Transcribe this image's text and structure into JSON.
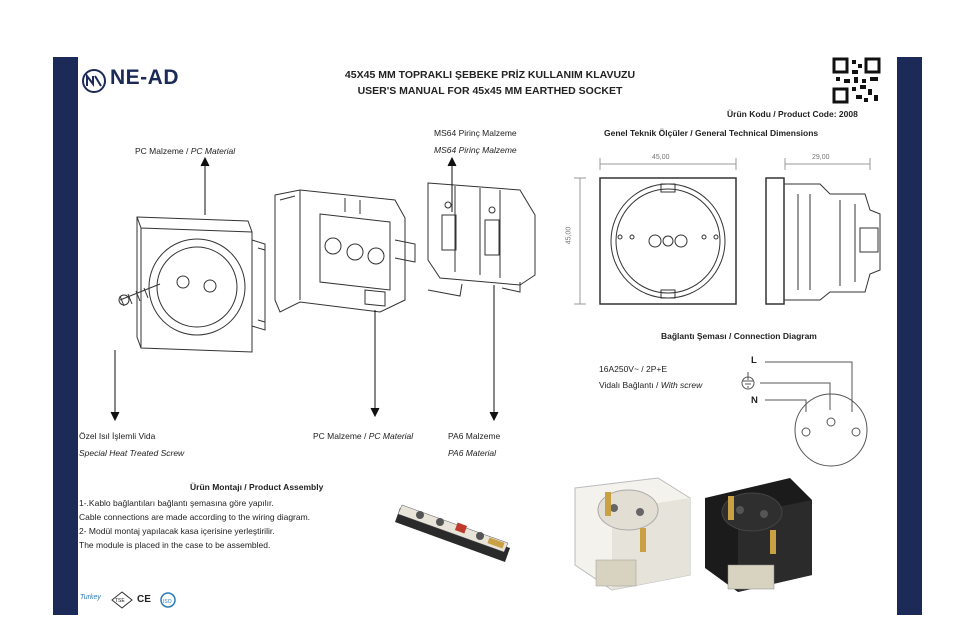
{
  "brand": {
    "name": "NE-AD"
  },
  "header": {
    "title_tr": "45X45 MM TOPRAKLI ŞEBEKE PRİZ  KULLANIM KLAVUZU",
    "title_en": "USER'S MANUAL FOR 45x45 MM EARTHED SOCKET",
    "product_code": "Ürün Kodu / Product Code: 2008",
    "dimensions_heading": "Genel Teknik Ölçüler / General Technical Dimensions"
  },
  "parts": {
    "pc_material_top_tr": "PC Malzeme / ",
    "pc_material_top_en": "PC Material",
    "ms64_tr": "MS64 Pirinç Malzeme",
    "ms64_en": "MS64 Pirinç Malzeme",
    "screw_tr": "Özel Isıl İşlemli Vida",
    "screw_en": "Special Heat Treated Screw",
    "pc_material_bottom_tr": "PC Malzeme / ",
    "pc_material_bottom_en": "PC Material",
    "pa6_tr": "PA6 Malzeme",
    "pa6_en": "PA6 Material"
  },
  "dimensions": {
    "width": "45,00",
    "depth": "29,00",
    "height": "45,00"
  },
  "connection": {
    "heading": "Bağlantı Şeması  / Connection Diagram",
    "rating": "16A250V~  / 2P+E",
    "screw_tr": "Vidalı Bağlantı / ",
    "screw_en": "With screw",
    "label_l": "L",
    "label_n": "N"
  },
  "assembly": {
    "heading": "Ürün Montajı / Product Assembly",
    "step1_tr": "1-.Kablo bağlantıları bağlantı şemasına göre yapılır.",
    "step1_en": "Cable connections are made according to the wiring diagram.",
    "step2_tr": "2- Modül montaj yapılacak kasa içerisine yerleştirilir.",
    "step2_en": "The module is placed in the case to be assembled."
  },
  "certifications": {
    "turkey": "Turkey",
    "tse": "TSE",
    "ce": "CE",
    "iso": "ISO"
  },
  "colors": {
    "navy": "#1c2a57",
    "line": "#333333",
    "photo_white": "#f4f2ec",
    "photo_black": "#1b1b1b",
    "brass": "#c9a143"
  }
}
